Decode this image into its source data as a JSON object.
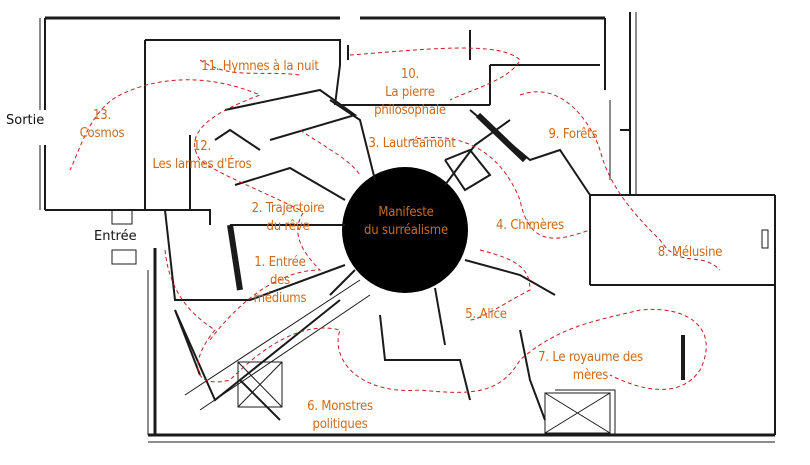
{
  "colors": {
    "label": "#cc6a1a",
    "path": "#c02020",
    "wall": "#1a1a1a"
  },
  "entrances": {
    "exit": "Sortie",
    "entry": "Entrée"
  },
  "rooms": [
    {
      "number": "1.",
      "name": "Entrée\ndes\nmédiums"
    },
    {
      "number": "2.",
      "name": "Trajectoire\ndu rêve"
    },
    {
      "number": "3.",
      "name": "Lautréamont"
    },
    {
      "number": "4.",
      "name": "Chimères"
    },
    {
      "number": "5.",
      "name": "Alice"
    },
    {
      "number": "6.",
      "name": "Monstres\npolitiques"
    },
    {
      "number": "7.",
      "name": "Le royaume des\nmères"
    },
    {
      "number": "8.",
      "name": "Mélusine"
    },
    {
      "number": "9.",
      "name": "Forêts"
    },
    {
      "number": "10.",
      "name": "La pierre\nphilosophale"
    },
    {
      "number": "11.",
      "name": "Hymnes à la nuit"
    },
    {
      "number": "12.",
      "name": "Les larmes d'Éros"
    },
    {
      "number": "13.",
      "name": "Cosmos"
    }
  ],
  "center": {
    "label": "Manifeste\ndu surréalisme"
  }
}
